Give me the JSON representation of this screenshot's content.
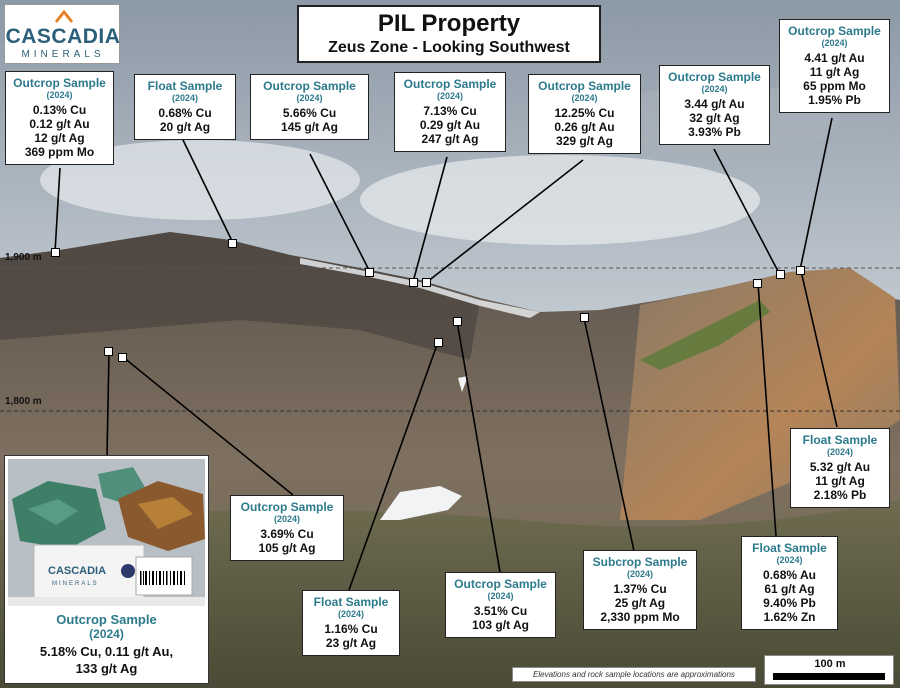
{
  "title": {
    "main": "PIL Property",
    "sub": "Zeus Zone - Looking Southwest"
  },
  "logo": {
    "name": "CASCADIA",
    "sub": "MINERALS"
  },
  "elevations": [
    "1,900 m",
    "1,800 m"
  ],
  "samples": [
    {
      "type": "Outcrop Sample",
      "year": "(2024)",
      "values": [
        "0.13% Cu",
        "0.12 g/t Au",
        "12 g/t Ag",
        "369 ppm Mo"
      ]
    },
    {
      "type": "Float Sample",
      "year": "(2024)",
      "values": [
        "0.68% Cu",
        "20 g/t Ag"
      ]
    },
    {
      "type": "Outcrop Sample",
      "year": "(2024)",
      "values": [
        "5.66% Cu",
        "145 g/t Ag"
      ]
    },
    {
      "type": "Outcrop Sample",
      "year": "(2024)",
      "values": [
        "7.13% Cu",
        "0.29 g/t Au",
        "247 g/t Ag"
      ]
    },
    {
      "type": "Outcrop Sample",
      "year": "(2024)",
      "values": [
        "12.25% Cu",
        "0.26 g/t Au",
        "329 g/t Ag"
      ]
    },
    {
      "type": "Outcrop Sample",
      "year": "(2024)",
      "values": [
        "3.44 g/t Au",
        "32 g/t Ag",
        "3.93% Pb"
      ]
    },
    {
      "type": "Outcrop Sample",
      "year": "(2024)",
      "values": [
        "4.41 g/t Au",
        "11 g/t Ag",
        "65 ppm Mo",
        "1.95% Pb"
      ]
    },
    {
      "type": "Float Sample",
      "year": "(2024)",
      "values": [
        "5.32 g/t Au",
        "11 g/t Ag",
        "2.18% Pb"
      ]
    },
    {
      "type": "Outcrop Sample",
      "year": "(2024)",
      "values": [
        "3.69% Cu",
        "105 g/t Ag"
      ]
    },
    {
      "type": "Float Sample",
      "year": "(2024)",
      "values": [
        "1.16% Cu",
        "23 g/t Ag"
      ]
    },
    {
      "type": "Outcrop Sample",
      "year": "(2024)",
      "values": [
        "3.51% Cu",
        "103 g/t Ag"
      ]
    },
    {
      "type": "Subcrop Sample",
      "year": "(2024)",
      "values": [
        "1.37% Cu",
        "25 g/t Ag",
        "2,330 ppm Mo"
      ]
    },
    {
      "type": "Float Sample",
      "year": "(2024)",
      "values": [
        "0.68% Au",
        "61 g/t Ag",
        "9.40% Pb",
        "1.62% Zn"
      ]
    }
  ],
  "photo_card": {
    "type": "Outcrop Sample",
    "year": "(2024)",
    "values": [
      "5.18% Cu, 0.11 g/t Au,",
      "133 g/t Ag"
    ],
    "card_logo": "CASCADIA",
    "card_logo_sub": "MINERALS"
  },
  "disclaimer": "Elevations and rock sample locations are approximations",
  "scale": "100 m",
  "colors": {
    "label_teal": "#2c7a8c",
    "logo_blue": "#2b5f7a",
    "logo_orange": "#e8832a"
  }
}
